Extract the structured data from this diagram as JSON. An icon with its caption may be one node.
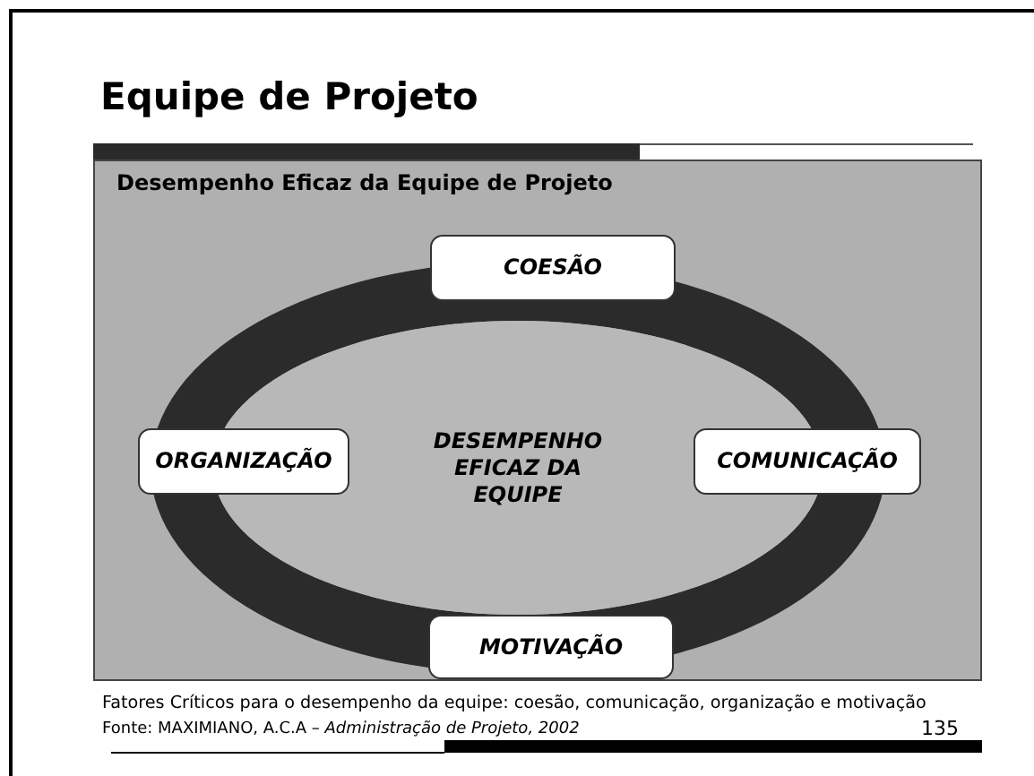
{
  "diagram": {
    "title": "Equipe de Projeto",
    "nodes": [
      {
        "text": [
          "Desempenho Eficaz da Equipe de Projeto"
        ]
      },
      {
        "text": [
          "COESÃO"
        ],
        "in": 0
      },
      {
        "text": [
          "ORGANIZAÇÃO"
        ],
        "in": 0
      },
      {
        "text": [
          "DESEMPENHO EFICAZ DA EQUIPE"
        ],
        "in": 0
      },
      {
        "text": [
          "COMUNICAÇÃO"
        ],
        "in": 0
      },
      {
        "text": [
          "MOTIVAÇÃO"
        ],
        "in": 0
      }
    ],
    "labels": [
      "Fatores Críticos para o desempenho da equipe: coesão, comunicação, organização e motivação",
      "Fonte: MAXIMIANO, A.C.A – *Administração de Projeto, 2002*",
      "135"
    ]
  }
}
